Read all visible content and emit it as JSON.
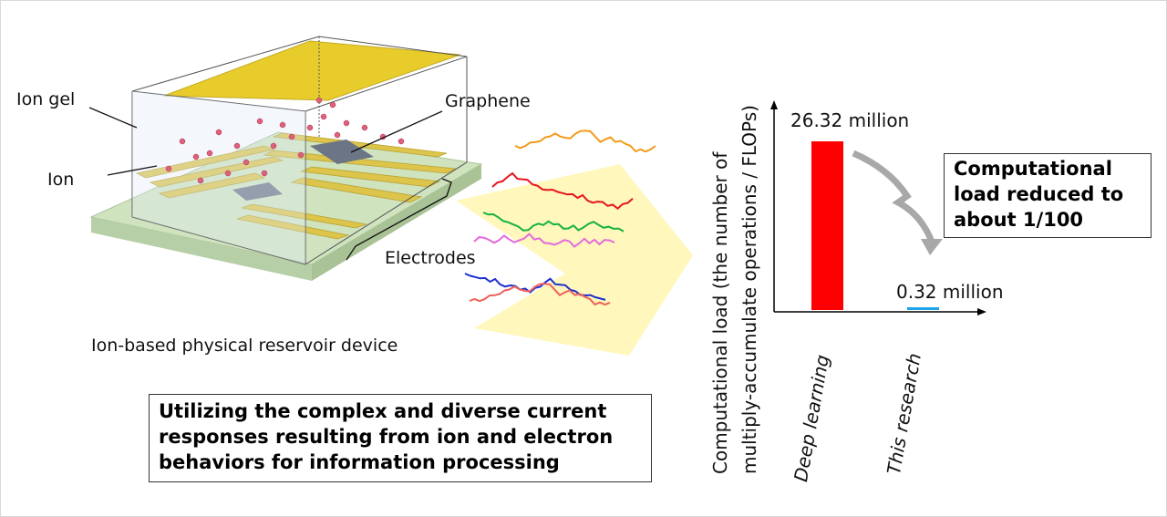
{
  "device": {
    "labels": {
      "ion_gel": "Ion gel",
      "ion": "Ion",
      "graphene": "Graphene",
      "electrodes": "Electrodes"
    },
    "caption": "Ion-based physical reservoir device",
    "colors": {
      "gold": "#e2c93a",
      "substrate": "#c9dfb8",
      "ion": "#e0607a",
      "graphene": "#6c7585"
    }
  },
  "traces": {
    "colors": [
      "#f39a1a",
      "#e8141c",
      "#16b33a",
      "#e46adc",
      "#1c2fd0",
      "#f0605a"
    ]
  },
  "summary_box": {
    "lines": [
      "Utilizing the complex and diverse current",
      "responses resulting from ion and electron",
      "behaviors for information processing"
    ]
  },
  "reduction_box": {
    "lines": [
      "Computational",
      "load reduced to",
      "about 1/100"
    ]
  },
  "chart_data": {
    "type": "bar",
    "categories": [
      "Deep learning",
      "This research"
    ],
    "values": [
      26.32,
      0.32
    ],
    "data_labels": [
      "26.32 million",
      "0.32 million"
    ],
    "colors": [
      "#ff0000",
      "#1aa3e8"
    ],
    "ylabel_lines": [
      "Computational load (the number of",
      "multiply-accumulate operations / FLOPs)"
    ],
    "xlabel": "",
    "unit": "million",
    "grid": false
  }
}
